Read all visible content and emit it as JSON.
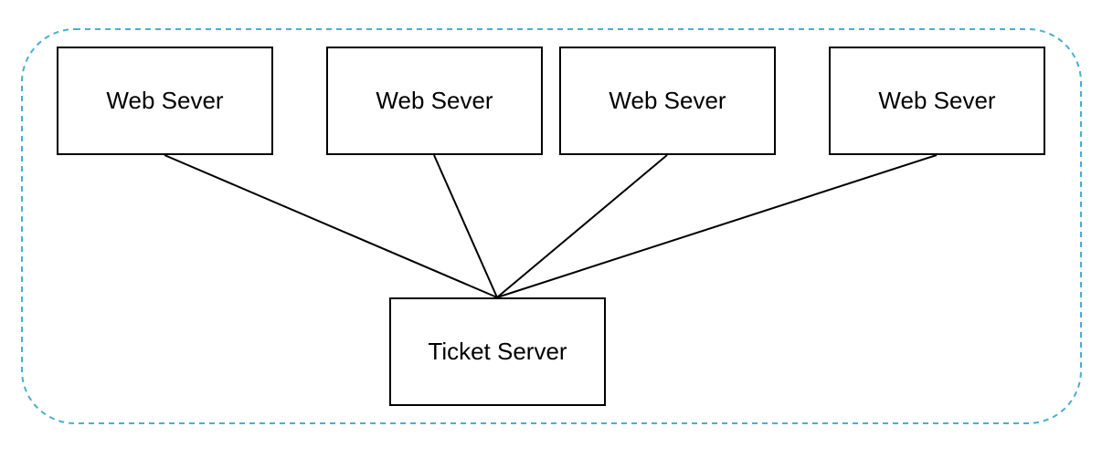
{
  "diagram": {
    "boundary": {
      "stroke_color": "#4aaed0",
      "style": "dashed"
    },
    "web_servers": [
      {
        "label": "Web Sever"
      },
      {
        "label": "Web Sever"
      },
      {
        "label": "Web Sever"
      },
      {
        "label": "Web Sever"
      }
    ],
    "ticket_server": {
      "label": "Ticket Server"
    },
    "connections": [
      {
        "from": "web_servers.0",
        "to": "ticket_server"
      },
      {
        "from": "web_servers.1",
        "to": "ticket_server"
      },
      {
        "from": "web_servers.2",
        "to": "ticket_server"
      },
      {
        "from": "web_servers.3",
        "to": "ticket_server"
      }
    ],
    "colors": {
      "node_border": "#000000",
      "edge": "#000000",
      "background": "#ffffff"
    }
  }
}
